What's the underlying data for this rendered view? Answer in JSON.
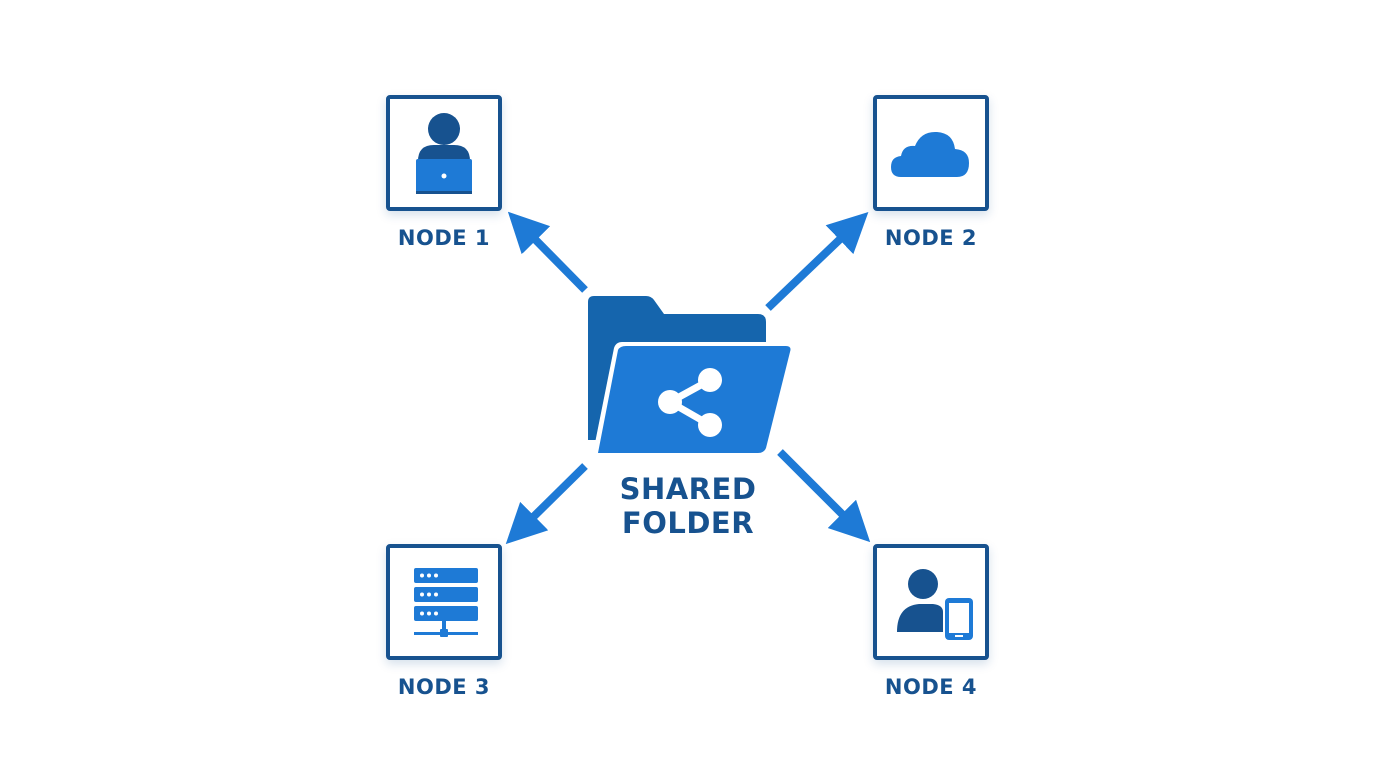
{
  "colors": {
    "primary": "#1e7ad6",
    "dark": "#17528f",
    "folder_back": "#1565ad"
  },
  "center": {
    "icon": "shared-folder-icon",
    "label_line1": "SHARED",
    "label_line2": "FOLDER"
  },
  "nodes": [
    {
      "label": "NODE 1",
      "icon": "user-laptop-icon"
    },
    {
      "label": "NODE 2",
      "icon": "cloud-icon"
    },
    {
      "label": "NODE 3",
      "icon": "server-icon"
    },
    {
      "label": "NODE 4",
      "icon": "user-phone-icon"
    }
  ]
}
